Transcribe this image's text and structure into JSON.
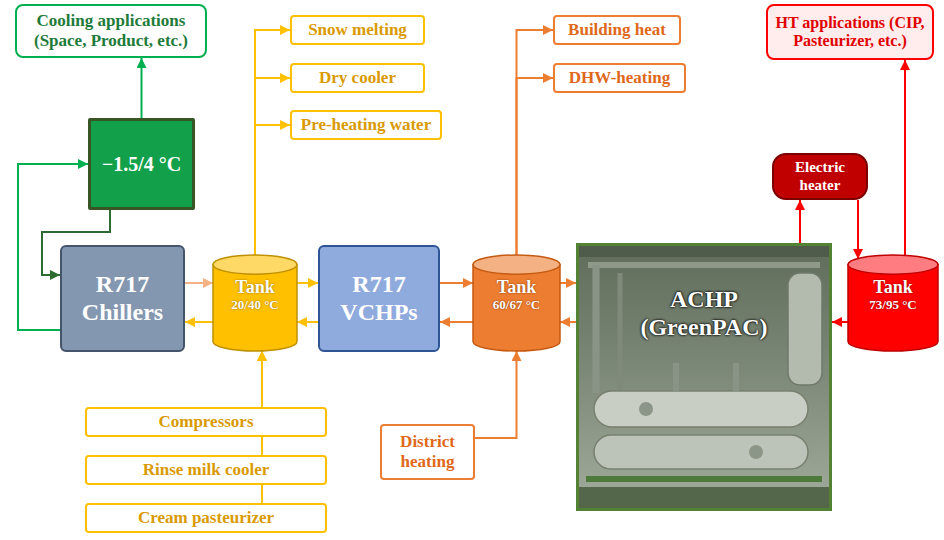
{
  "diagram": {
    "nodes": [
      {
        "text": [
          "Cooling applications (Space, Product, etc.)"
        ]
      },
      {
        "text": [
          "Snow melting"
        ]
      },
      {
        "text": [
          "Dry cooler"
        ]
      },
      {
        "text": [
          "Pre-heating water"
        ]
      },
      {
        "text": [
          "Building heat"
        ]
      },
      {
        "text": [
          "DHW-heating"
        ]
      },
      {
        "text": [
          "HT applications (CIP, Pasteurizer, etc.)"
        ]
      },
      {
        "text": [
          "−1.5/4 °C"
        ]
      },
      {
        "text": [
          "Electric heater"
        ]
      },
      {
        "text": [
          "R717 Chillers"
        ]
      },
      {
        "text": [
          "Tank",
          "20/40 °C"
        ]
      },
      {
        "text": [
          "R717 VCHPs"
        ]
      },
      {
        "text": [
          "Tank",
          "60/67 °C"
        ]
      },
      {
        "text": [
          "ACHP (GreenPAC)"
        ]
      },
      {
        "text": [
          "Tank",
          "73/95 °C"
        ]
      },
      {
        "text": [
          "District heating"
        ]
      },
      {
        "text": [
          "Compressors"
        ]
      },
      {
        "text": [
          "Rinse milk cooler"
        ]
      },
      {
        "text": [
          "Cream pasteurizer"
        ]
      }
    ],
    "edges": [
      {
        "from": 7,
        "to": 0,
        "arrow": "to"
      },
      {
        "from": 9,
        "to": 7,
        "arrow": "to"
      },
      {
        "from": 7,
        "to": 9,
        "arrow": "to"
      },
      {
        "from": 9,
        "to": 10,
        "arrow": "to"
      },
      {
        "from": 10,
        "to": 9,
        "arrow": "to"
      },
      {
        "from": 10,
        "to": 11,
        "arrow": "to"
      },
      {
        "from": 11,
        "to": 10,
        "arrow": "to"
      },
      {
        "from": 11,
        "to": 12,
        "arrow": "to"
      },
      {
        "from": 12,
        "to": 11,
        "arrow": "to"
      },
      {
        "from": 12,
        "to": 13,
        "arrow": "to"
      },
      {
        "from": 13,
        "to": 12,
        "arrow": "to"
      },
      {
        "from": 13,
        "to": 8,
        "arrow": "to"
      },
      {
        "from": 8,
        "to": 14,
        "arrow": "to"
      },
      {
        "from": 14,
        "to": 6,
        "arrow": "to"
      },
      {
        "from": 14,
        "to": 13,
        "arrow": "to"
      },
      {
        "from": 10,
        "to": 1,
        "arrow": "to"
      },
      {
        "from": 10,
        "to": 2,
        "arrow": "to"
      },
      {
        "from": 10,
        "to": 3,
        "arrow": "to"
      },
      {
        "from": 12,
        "to": 4,
        "arrow": "to"
      },
      {
        "from": 12,
        "to": 5,
        "arrow": "to"
      },
      {
        "from": 15,
        "to": 12,
        "arrow": "to"
      },
      {
        "from": 16,
        "to": 10,
        "arrow": "to"
      },
      {
        "from": 17,
        "to": 10,
        "arrow": "to"
      },
      {
        "from": 18,
        "to": 10,
        "arrow": "to"
      }
    ]
  }
}
